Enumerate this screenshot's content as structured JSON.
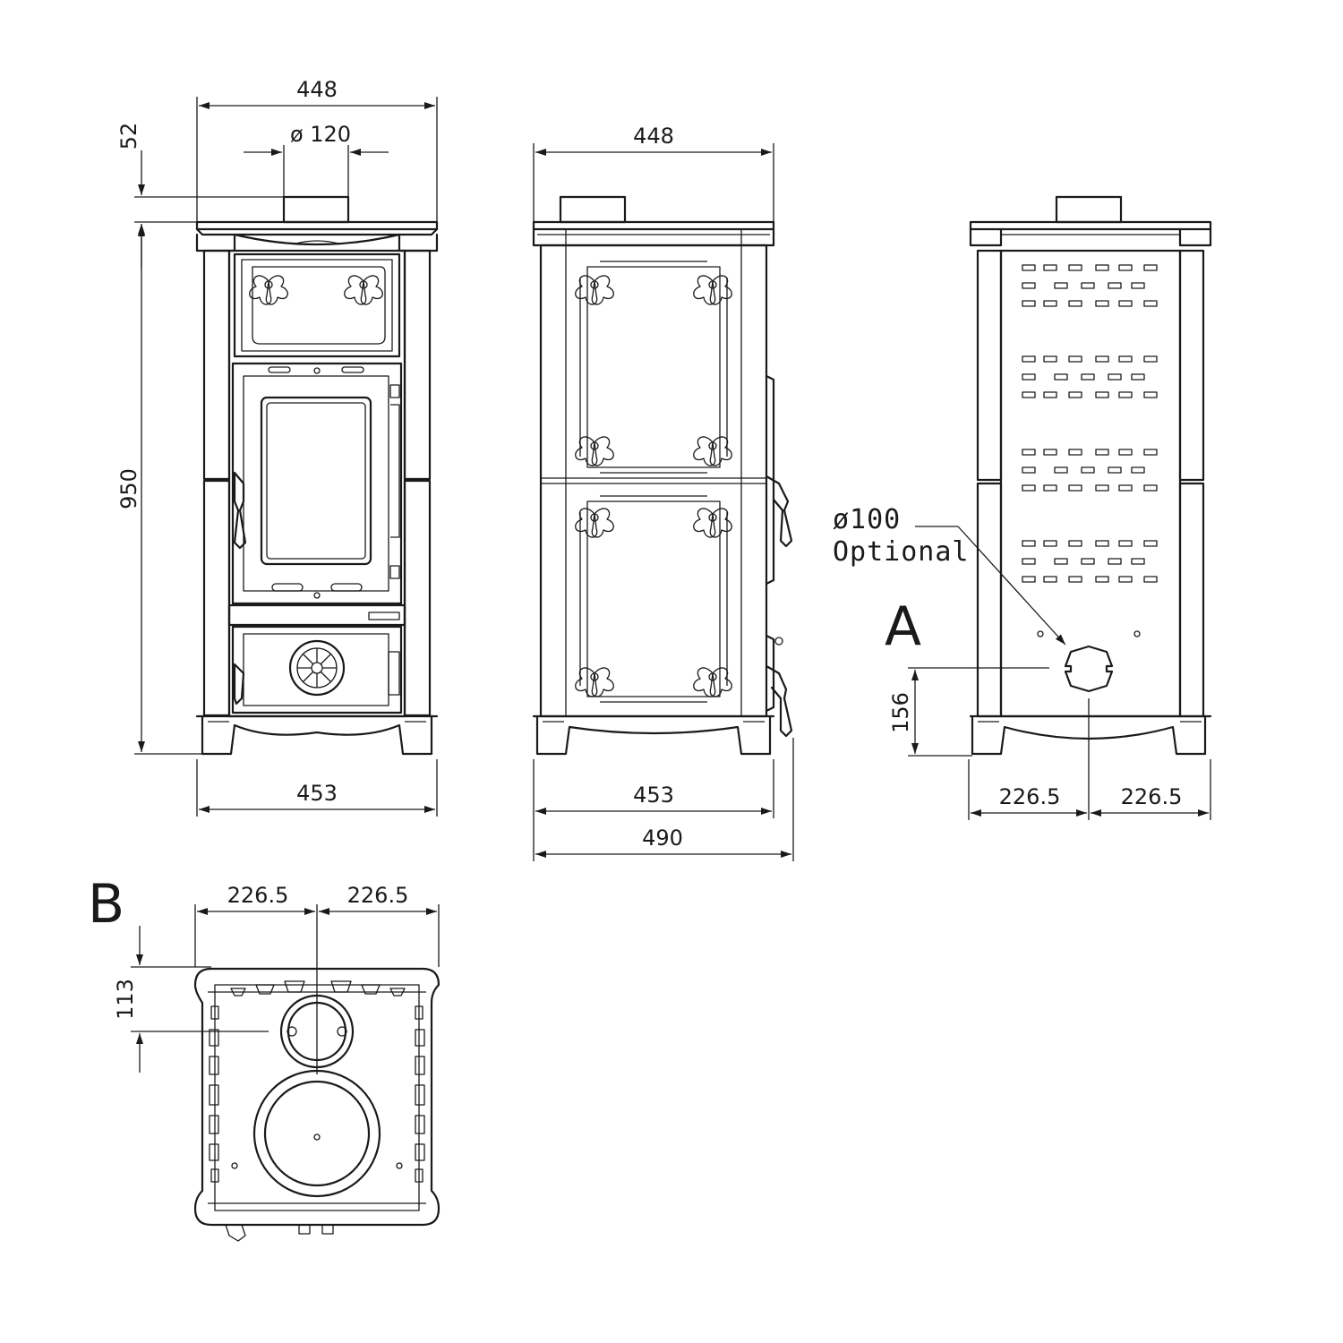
{
  "front_view": {
    "top_width": "448",
    "flue_diameter": "ø  120",
    "flue_height": "52",
    "height": "950",
    "base_width": "453"
  },
  "side_view": {
    "top_width": "448",
    "base_width": "453",
    "overall_depth": "490"
  },
  "rear_view": {
    "label": "A",
    "optional_outlet_line1": "ø100",
    "optional_outlet_line2": "Optional",
    "outlet_height": "156",
    "half_width_left": "226.5",
    "half_width_right": "226.5"
  },
  "top_view": {
    "label": "B",
    "half_width_left": "226.5",
    "half_width_right": "226.5",
    "flue_offset": "113"
  }
}
